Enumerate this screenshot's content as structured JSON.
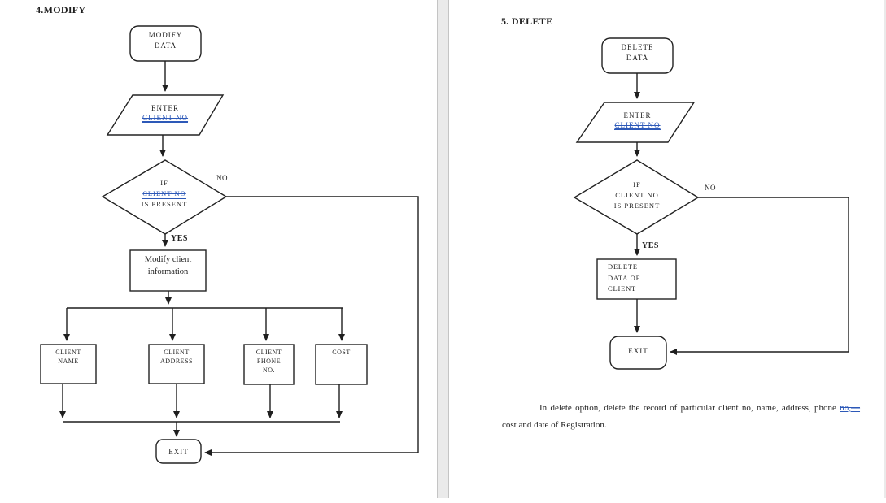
{
  "ink_color": "#1f1f1f",
  "deleted_text_color": "#2d59b8",
  "divider_color": "#eaeaea",
  "left_page": {
    "heading": "4.MODIFY",
    "start_terminator": "MODIFY\nDATA",
    "input_label": "ENTER",
    "input_deleted": "CLIENT NO",
    "decision_line1": "IF",
    "decision_deleted": "CLIENT NO",
    "decision_line3": "IS PRESENT",
    "no_label": "NO",
    "yes_label": "YES",
    "process_label": "Modify client\ninformation",
    "field_boxes": [
      "CLIENT\nNAME",
      "CLIENT\nADDRESS",
      "CLIENT\nPHONE\nNO.",
      "COST"
    ],
    "exit_label": "EXIT"
  },
  "right_page": {
    "heading": "5. DELETE",
    "start_terminator": "DELETE\nDATA",
    "input_label": "ENTER",
    "input_deleted": "CLIENT NO",
    "decision_label": "IF\nCLIENT NO\nIS PRESENT",
    "no_label": "NO",
    "yes_label": "YES",
    "process_label": "DELETE\nDATA OF\nCLIENT",
    "exit_label": "EXIT",
    "paragraph_line1": "In delete option, delete the record of particular client no, name, address, phone",
    "paragraph_deleted": "no,—",
    "paragraph_line2": "cost and date of Registration."
  }
}
